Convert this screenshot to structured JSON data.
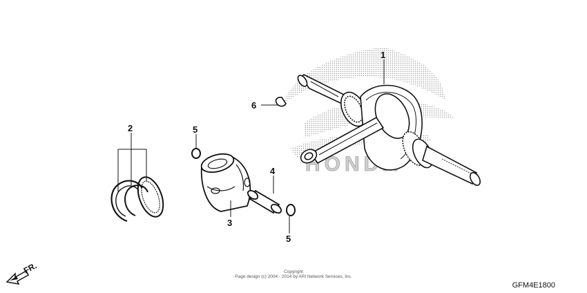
{
  "callouts": {
    "crankshaft": "1",
    "piston_rings": "2",
    "piston": "3",
    "piston_pin": "4",
    "clip_upper": "5",
    "clip_lower": "5",
    "woodruff_key": "6"
  },
  "watermark": {
    "text": "HONDA"
  },
  "orientation": {
    "label": "FR."
  },
  "copyright": {
    "line1": "Copyright",
    "line2": "Page design (c) 2004 - 2014 by ARI Network Services, Inc."
  },
  "diagram_id": "GFM4E1800"
}
